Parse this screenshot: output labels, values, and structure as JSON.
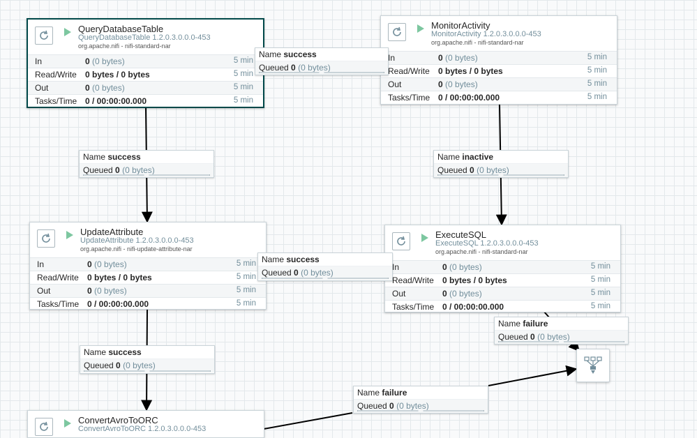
{
  "stat_labels": {
    "in": "In",
    "readwrite": "Read/Write",
    "out": "Out",
    "tasks": "Tasks/Time"
  },
  "processors": [
    {
      "name": "QueryDatabaseTable",
      "type": "QueryDatabaseTable 1.2.0.3.0.0.0-453",
      "bundle": "org.apache.nifi - nifi-standard-nar",
      "in_count": "0",
      "in_bytes": "(0 bytes)",
      "readwrite": "0 bytes / 0 bytes",
      "out_count": "0",
      "out_bytes": "(0 bytes)",
      "tasks": "0 / 00:00:00.000",
      "window": "5 min",
      "selected": true
    },
    {
      "name": "MonitorActivity",
      "type": "MonitorActivity 1.2.0.3.0.0.0-453",
      "bundle": "org.apache.nifi - nifi-standard-nar",
      "in_count": "0",
      "in_bytes": "(0 bytes)",
      "readwrite": "0 bytes / 0 bytes",
      "out_count": "0",
      "out_bytes": "(0 bytes)",
      "tasks": "0 / 00:00:00.000",
      "window": "5 min",
      "selected": false
    },
    {
      "name": "UpdateAttribute",
      "type": "UpdateAttribute 1.2.0.3.0.0.0-453",
      "bundle": "org.apache.nifi - nifi-update-attribute-nar",
      "in_count": "0",
      "in_bytes": "(0 bytes)",
      "readwrite": "0 bytes / 0 bytes",
      "out_count": "0",
      "out_bytes": "(0 bytes)",
      "tasks": "0 / 00:00:00.000",
      "window": "5 min",
      "selected": false
    },
    {
      "name": "ExecuteSQL",
      "type": "ExecuteSQL 1.2.0.3.0.0.0-453",
      "bundle": "org.apache.nifi - nifi-standard-nar",
      "in_count": "0",
      "in_bytes": "(0 bytes)",
      "readwrite": "0 bytes / 0 bytes",
      "out_count": "0",
      "out_bytes": "(0 bytes)",
      "tasks": "0 / 00:00:00.000",
      "window": "5 min",
      "selected": false
    },
    {
      "name": "ConvertAvroToORC",
      "type": "ConvertAvroToORC 1.2.0.3.0.0.0-453",
      "bundle": "",
      "in_count": "",
      "in_bytes": "",
      "readwrite": "",
      "out_count": "",
      "out_bytes": "",
      "tasks": "",
      "window": "",
      "selected": false
    }
  ],
  "connection_labels": {
    "name": "Name",
    "queued": "Queued"
  },
  "connections": [
    {
      "relationship": "success",
      "queued_count": "0",
      "queued_bytes": "(0 bytes)"
    },
    {
      "relationship": "success",
      "queued_count": "0",
      "queued_bytes": "(0 bytes)"
    },
    {
      "relationship": "inactive",
      "queued_count": "0",
      "queued_bytes": "(0 bytes)"
    },
    {
      "relationship": "success",
      "queued_count": "0",
      "queued_bytes": "(0 bytes)"
    },
    {
      "relationship": "success",
      "queued_count": "0",
      "queued_bytes": "(0 bytes)"
    },
    {
      "relationship": "failure",
      "queued_count": "0",
      "queued_bytes": "(0 bytes)"
    },
    {
      "relationship": "failure",
      "queued_count": "0",
      "queued_bytes": "(0 bytes)"
    }
  ],
  "colors": {
    "canvas": "#f9fafb",
    "grid": "#e3e8eb",
    "selected_border": "#004849",
    "run_icon": "#7dc7a0",
    "muted_text": "#728e9b",
    "connection_line": "#000000"
  },
  "icons": {
    "processor": "processor-icon",
    "run": "run-status-icon",
    "funnel": "funnel-icon"
  }
}
